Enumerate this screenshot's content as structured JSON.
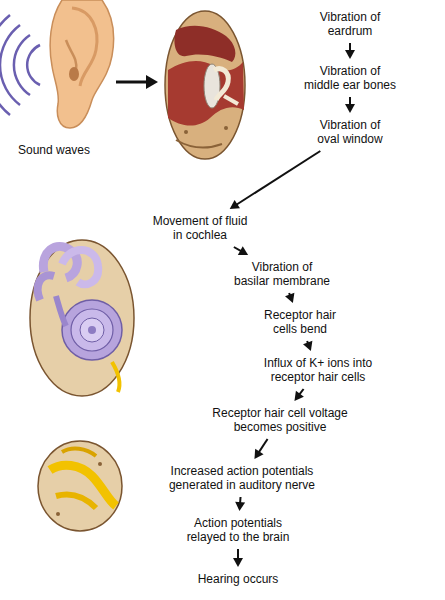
{
  "diagram": {
    "nodes": [
      {
        "text": [
          "Vibration of eardrum"
        ]
      },
      {
        "text": [
          "Vibration of middle ear bones"
        ]
      },
      {
        "text": [
          "Vibration of oval window"
        ]
      },
      {
        "text": [
          "Movement of fluid in cochlea"
        ]
      },
      {
        "text": [
          "Vibration of basilar membrane"
        ]
      },
      {
        "text": [
          "Receptor hair cells bend"
        ]
      },
      {
        "text": [
          "Influx of K+ ions into receptor hair cells"
        ]
      },
      {
        "text": [
          "Receptor hair cell voltage becomes positive"
        ]
      },
      {
        "text": [
          "Increased action potentials generated in auditory nerve"
        ]
      },
      {
        "text": [
          "Action potentials relayed to the brain"
        ]
      },
      {
        "text": [
          "Hearing occurs"
        ]
      }
    ],
    "edges": [
      {
        "from": 0,
        "to": 1,
        "arrow": "to"
      },
      {
        "from": 1,
        "to": 2,
        "arrow": "to"
      },
      {
        "from": 2,
        "to": 3,
        "arrow": "to"
      },
      {
        "from": 3,
        "to": 4,
        "arrow": "to"
      },
      {
        "from": 4,
        "to": 5,
        "arrow": "to"
      },
      {
        "from": 5,
        "to": 6,
        "arrow": "to"
      },
      {
        "from": 6,
        "to": 7,
        "arrow": "to"
      },
      {
        "from": 7,
        "to": 8,
        "arrow": "to"
      },
      {
        "from": 8,
        "to": 9,
        "arrow": "to"
      },
      {
        "from": 9,
        "to": 10,
        "arrow": "to"
      }
    ],
    "labels": [
      "Sound waves"
    ]
  }
}
